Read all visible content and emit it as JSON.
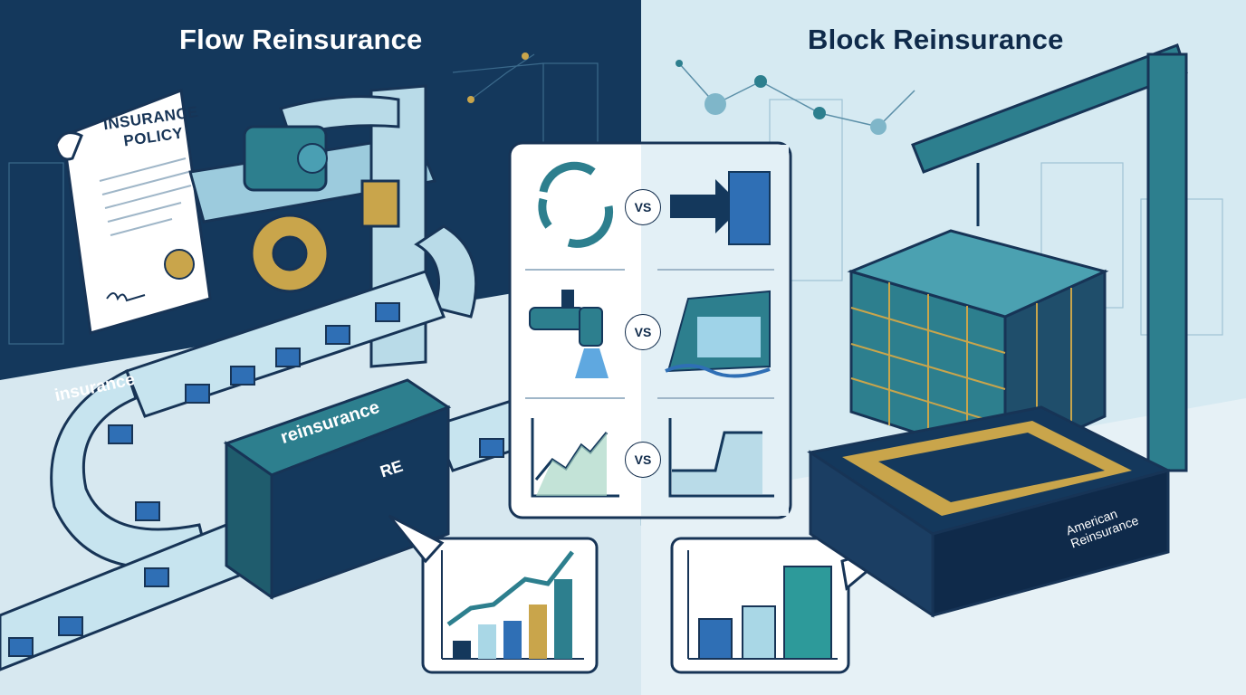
{
  "titles": {
    "left": "Flow Reinsurance",
    "right": "Block Reinsurance"
  },
  "left_scene": {
    "policy_document": [
      "INSURANCE",
      "POLICY"
    ],
    "pipe_label": "insurance",
    "box_label": "reinsurance",
    "box_logo": "RE"
  },
  "comparison_panel": {
    "rows": [
      {
        "left_icon": "cycle-arrows-icon",
        "vs": "VS",
        "right_icon": "arrow-into-block-icon"
      },
      {
        "left_icon": "faucet-icon",
        "vs": "VS",
        "right_icon": "dam-icon"
      },
      {
        "left_icon": "growth-line-icon",
        "vs": "VS",
        "right_icon": "step-line-icon"
      }
    ]
  },
  "right_scene": {
    "platform_brand": [
      "American",
      "Reinsurance"
    ]
  },
  "colors": {
    "navy": "#14385c",
    "teal": "#2d7f8e",
    "gold": "#c9a54b",
    "light_blue": "#d6eaf2",
    "accent_blue": "#2f6fb5"
  }
}
